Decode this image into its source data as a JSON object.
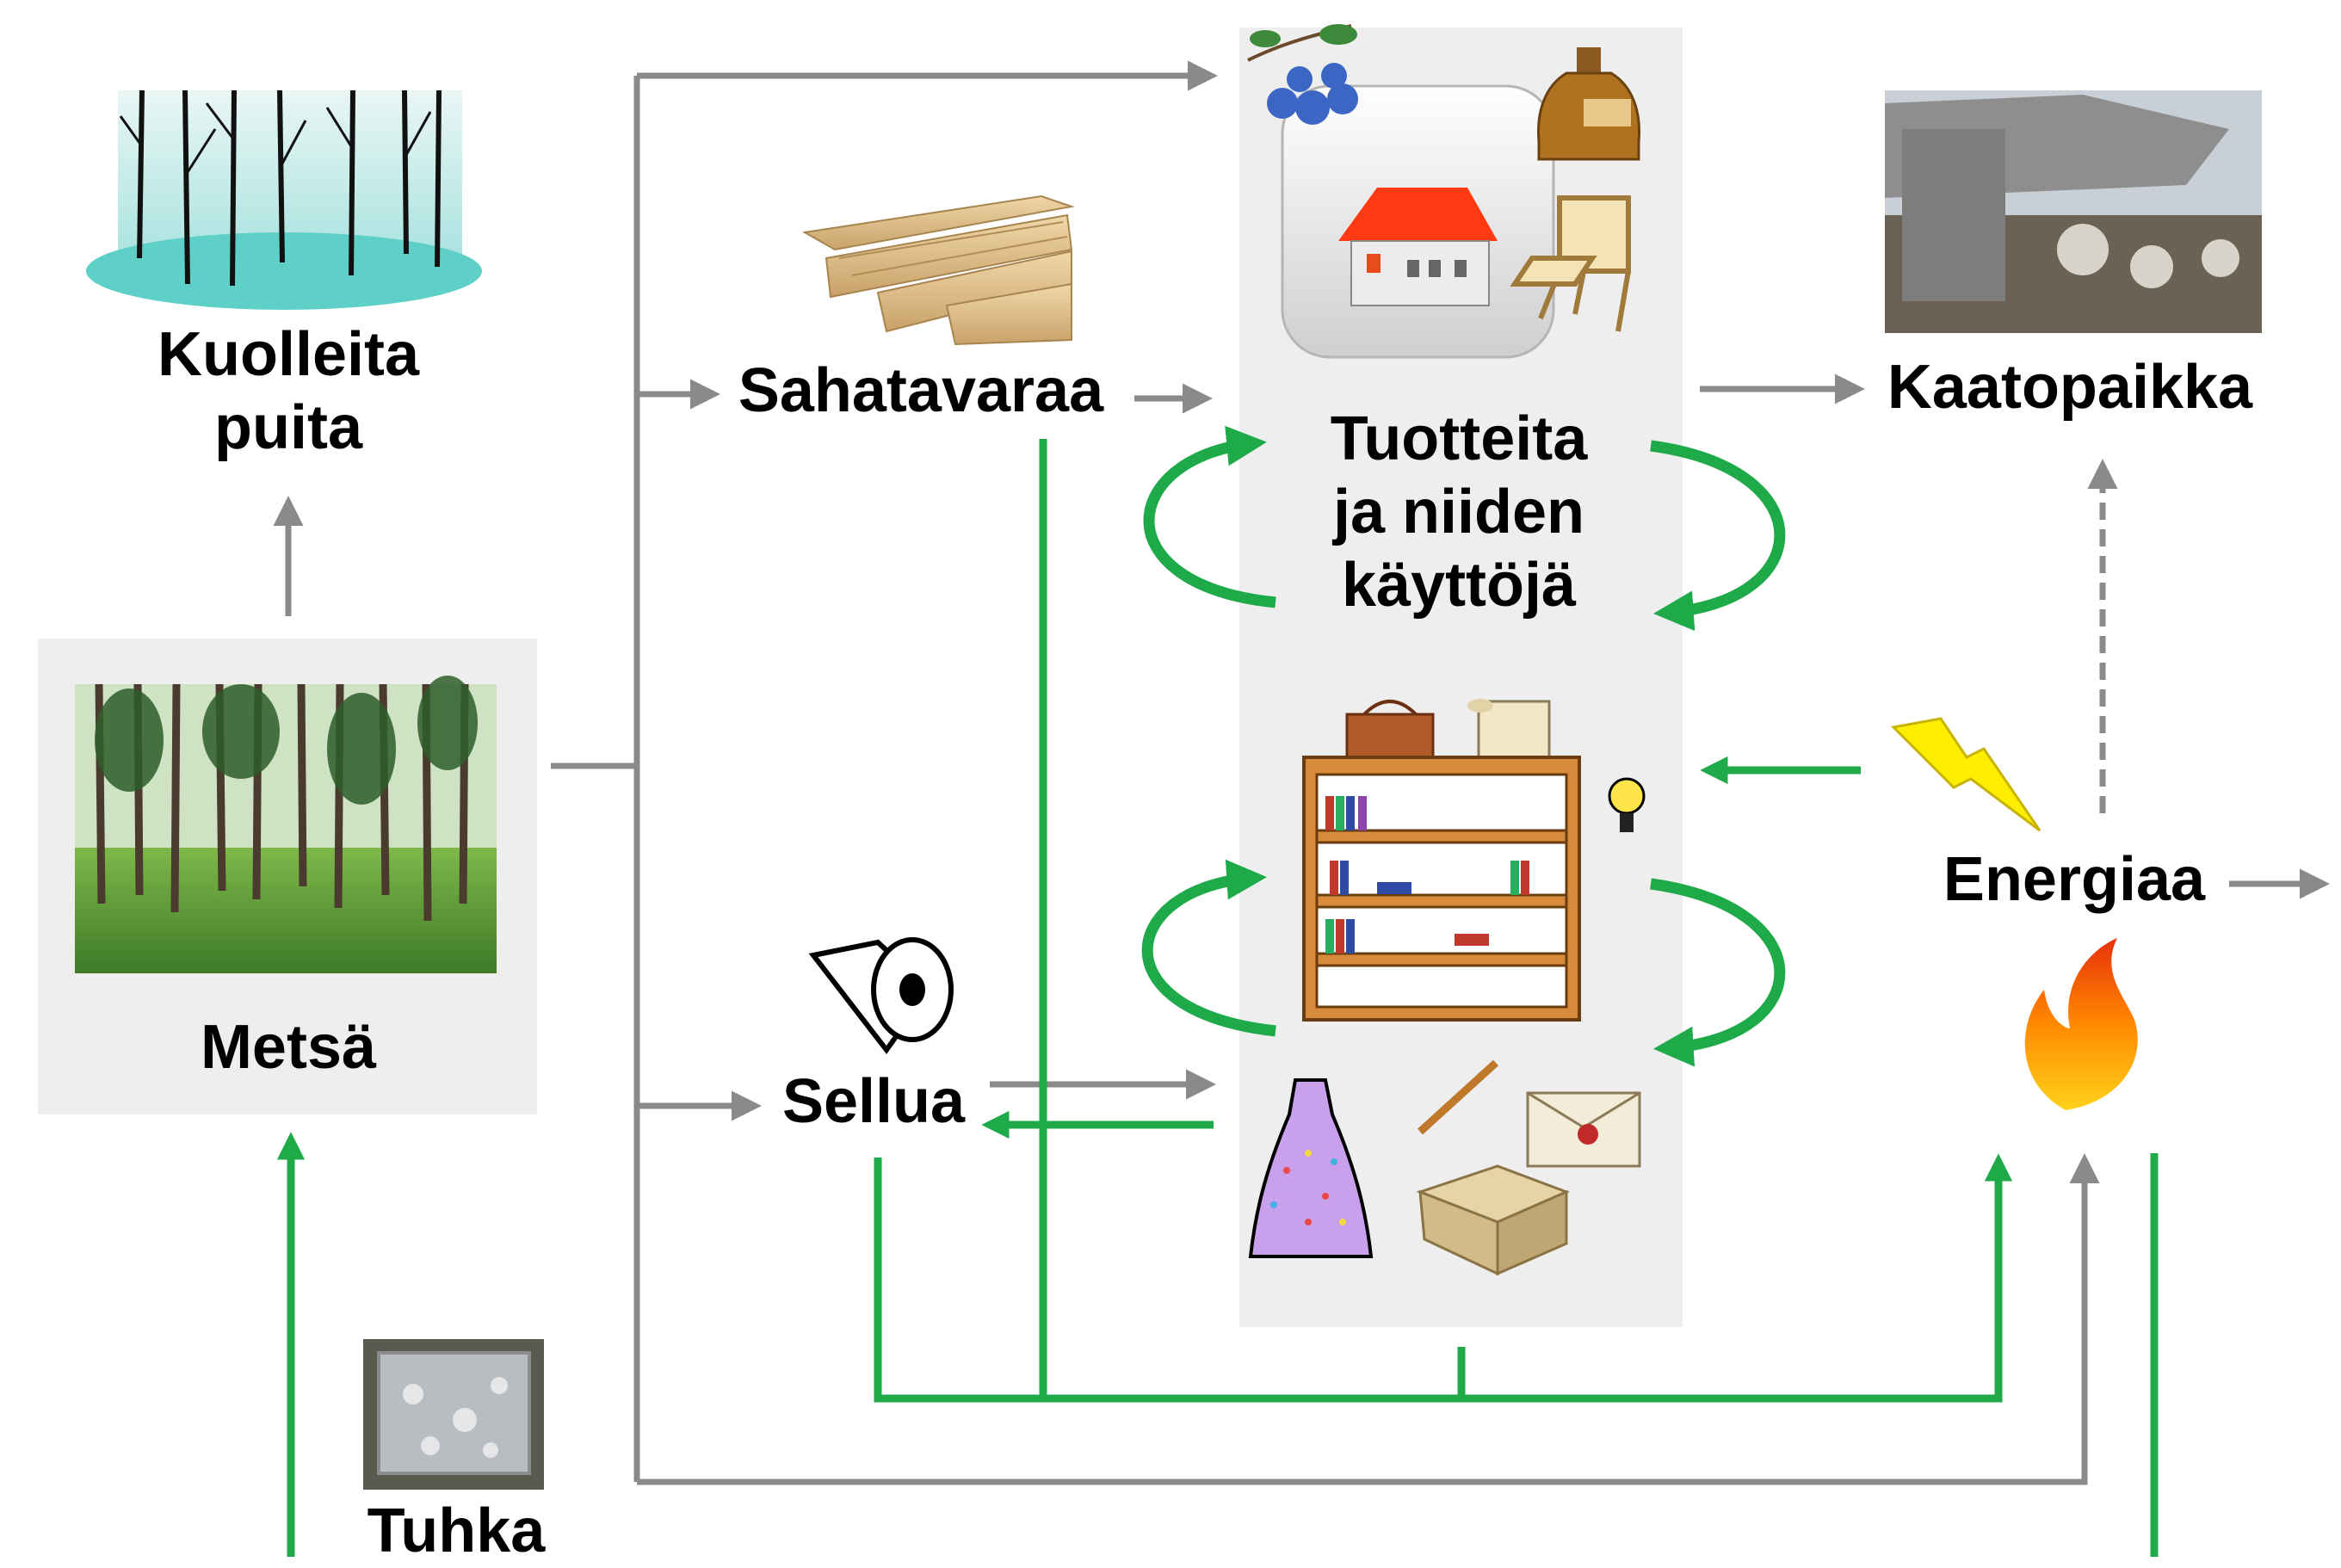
{
  "nodes": {
    "forest": {
      "label": "Metsä",
      "icon": "forest-photo"
    },
    "dead_trees": {
      "label": "Kuolleita\npuita",
      "icon": "bare-trees-photo"
    },
    "sawn_timber": {
      "label": "Sahatavaraa",
      "icon": "planks-photo"
    },
    "products": {
      "label": "Tuotteita\nja niiden\nkäyttöjä",
      "icon": "house-icon"
    },
    "landfill": {
      "label": "Kaatopaikka",
      "icon": "landfill-photo"
    },
    "pulp": {
      "label": "Sellua",
      "icon": "paper-roll-icon"
    },
    "energy": {
      "label": "Energiaa",
      "icon": "lightning-icon"
    },
    "ash": {
      "label": "Tuhka",
      "icon": "ash-box-photo"
    }
  },
  "colors": {
    "flow_gray": "#8a8a8a",
    "cycle_green": "#1faa4a",
    "panel_gray": "#eeeeee",
    "text": "#000000"
  }
}
